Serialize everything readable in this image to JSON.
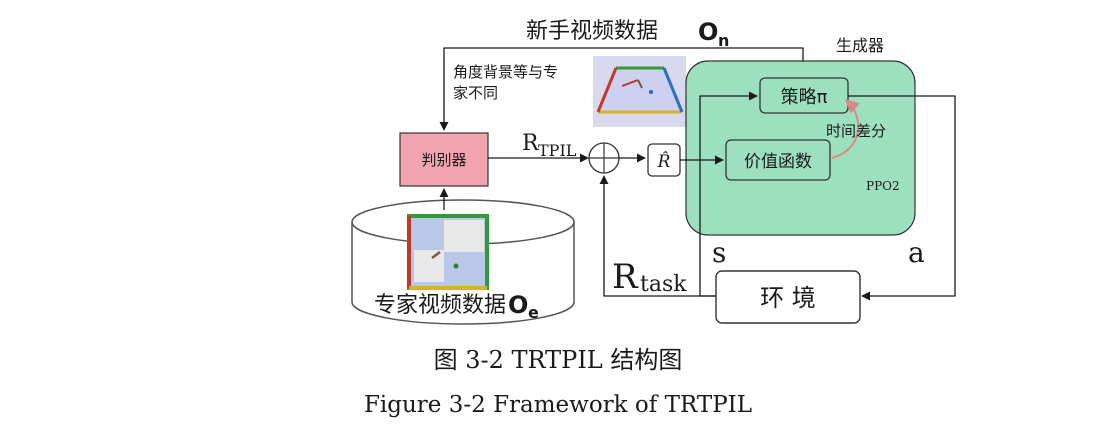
{
  "labels": {
    "novice_video": "新手视频数据",
    "novice_symbol": "O",
    "novice_sub": "n",
    "angle_note_line1": "角度背景等与专",
    "angle_note_line2": "家不同",
    "generator": "生成器",
    "policy": "策略π",
    "td": "时间差分",
    "value_fn": "价值函数",
    "ppo": "PPO2",
    "discriminator": "判别器",
    "r_tpil": "R",
    "r_tpil_sub": "TPIL",
    "r_hat": "R̂",
    "s": "s",
    "a": "a",
    "r_task": "R",
    "r_task_sub": "task",
    "env": "环 境",
    "expert_video": "专家视频数据",
    "expert_symbol": "O",
    "expert_sub": "e"
  },
  "caption": {
    "zh": "图 3-2 TRTPIL 结构图",
    "en": "Figure 3-2 Framework of TRTPIL"
  },
  "colors": {
    "generator_fill": "#9de0c0",
    "discriminator_fill": "#f2a3b0",
    "td_arrow": "#d88a8a"
  }
}
